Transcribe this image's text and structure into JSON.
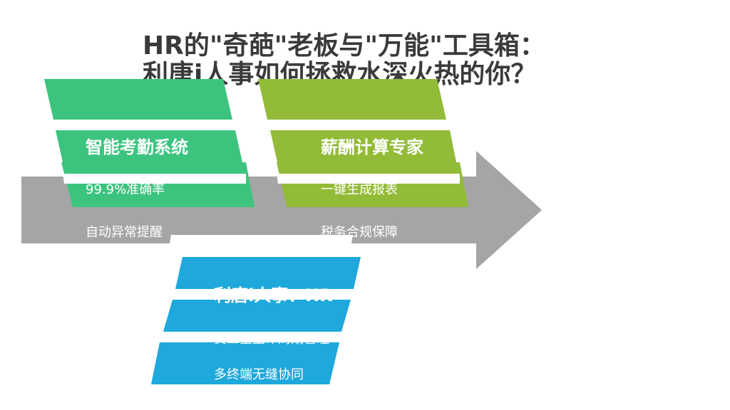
{
  "title": {
    "line1": "HR的\"奇葩\"老板与\"万能\"工具箱：",
    "line2": "利唐i人事如何拯救水深火热的你？"
  },
  "cards": [
    {
      "heading": "智能考勤系统",
      "points": [
        "99.9%准确率",
        "自动异常提醒"
      ],
      "color": "#3cc47f"
    },
    {
      "heading": "薪酬计算专家",
      "points": [
        "一键生成报表",
        "税务合规保障"
      ],
      "color": "#92bb38"
    },
    {
      "heading": "利唐i人事：HR",
      "points": [
        "员工全生命周期管理",
        "多终端无缝协同"
      ],
      "color": "#1ea8db"
    }
  ],
  "colors": {
    "arrow": "#a5a5a5",
    "title": "#3a3a3a",
    "background": "#ffffff"
  }
}
